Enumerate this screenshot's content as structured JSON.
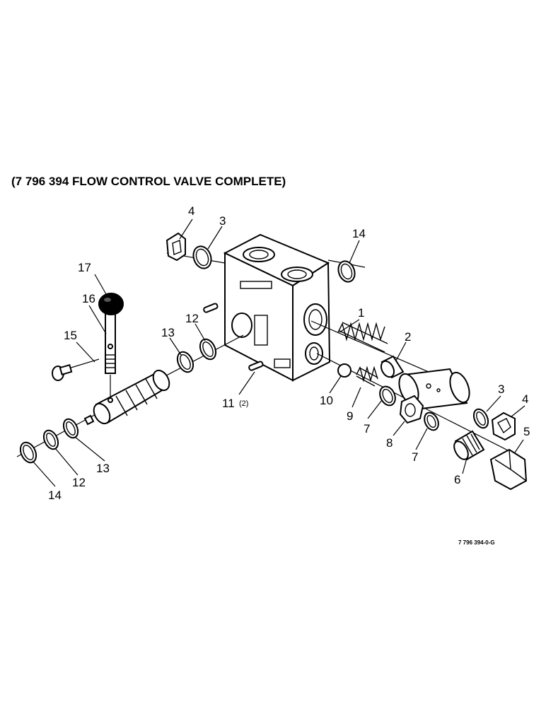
{
  "title": "(7 796 394 FLOW CONTROL VALVE COMPLETE)",
  "reference_code": "7 796 394-0-G",
  "callouts": [
    {
      "id": "c1",
      "label": "1"
    },
    {
      "id": "c2",
      "label": "2"
    },
    {
      "id": "c3a",
      "label": "3"
    },
    {
      "id": "c3b",
      "label": "3"
    },
    {
      "id": "c4a",
      "label": "4"
    },
    {
      "id": "c4b",
      "label": "4"
    },
    {
      "id": "c5",
      "label": "5"
    },
    {
      "id": "c6",
      "label": "6"
    },
    {
      "id": "c7a",
      "label": "7"
    },
    {
      "id": "c7b",
      "label": "7"
    },
    {
      "id": "c8",
      "label": "8"
    },
    {
      "id": "c9",
      "label": "9"
    },
    {
      "id": "c10",
      "label": "10"
    },
    {
      "id": "c11",
      "label": "11",
      "suffix": "(2)"
    },
    {
      "id": "c12a",
      "label": "12"
    },
    {
      "id": "c12b",
      "label": "12"
    },
    {
      "id": "c13a",
      "label": "13"
    },
    {
      "id": "c13b",
      "label": "13"
    },
    {
      "id": "c14a",
      "label": "14"
    },
    {
      "id": "c14b",
      "label": "14"
    },
    {
      "id": "c15",
      "label": "15"
    },
    {
      "id": "c16",
      "label": "16"
    },
    {
      "id": "c17",
      "label": "17"
    }
  ]
}
